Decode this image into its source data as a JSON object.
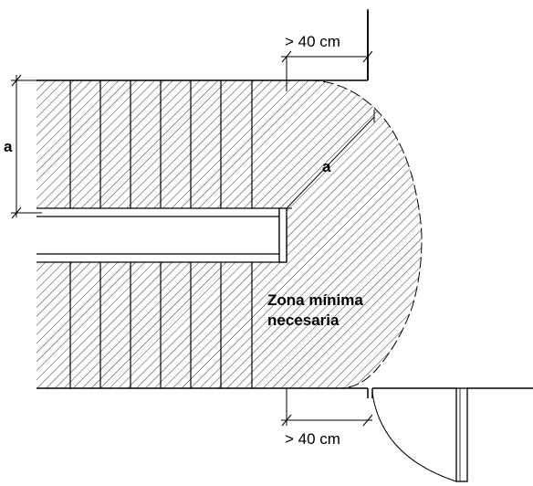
{
  "labels": {
    "dim_top": "> 40 cm",
    "dim_bottom": "> 40 cm",
    "dim_a_left": "a",
    "dim_a_radius": "a",
    "zone_line1": "Zona mínima",
    "zone_line2": "necesaria"
  },
  "colors": {
    "ink": "#000000",
    "background": "#ffffff"
  }
}
